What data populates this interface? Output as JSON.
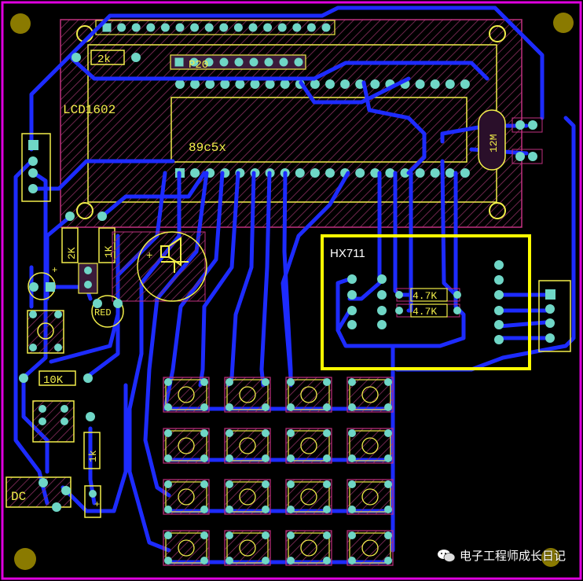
{
  "board": {
    "labels": {
      "lcd": "LCD1602",
      "mcu": "89c5x",
      "hx_title": "HX711",
      "r_2k_top": "2k",
      "r_2k_left": "2K",
      "r_1k_left": "1K",
      "r_10k": "10K",
      "r_1k_bottom": "1k",
      "r_4_7k_a": "4.7K",
      "r_4_7k_b": "4.7K",
      "crystal": "12M",
      "dc": "DC",
      "red_led": "RED",
      "p20": "P20"
    },
    "colors": {
      "background": "#000000",
      "trace": "#1d2bff",
      "silkscreen": "#f2ee4a",
      "pad": "#6fd6c6",
      "courtyard": "#c0307f",
      "highlight_box": "#ffff00",
      "board_outline": "#e000e0",
      "mount_hole": "#8a7a00"
    }
  },
  "watermark": {
    "text": "电子工程师成长日记",
    "icon": "wechat-icon"
  }
}
